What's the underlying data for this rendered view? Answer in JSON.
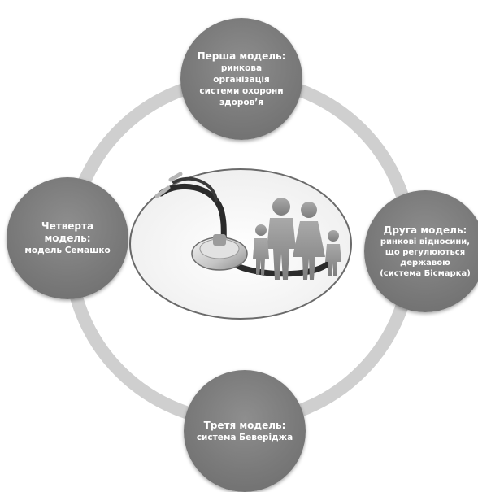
{
  "nodes": [
    {
      "title": "Перша модель:",
      "lines": [
        "ринкова",
        "організація",
        "системи охорони",
        "здоров’я"
      ]
    },
    {
      "title": "Друга модель:",
      "lines": [
        "ринкові відносини,",
        "що регулюються",
        "державою",
        "(система Бісмарка)"
      ]
    },
    {
      "title": "Третя модель:",
      "lines": [
        "система Беверіджа"
      ]
    },
    {
      "title": "Четверта модель:",
      "lines": [
        "модель Семашко"
      ]
    }
  ],
  "colors": {
    "ring": "#cfcfcf",
    "node": "#7e7e7e",
    "text": "#ffffff",
    "ellipse_border": "#6a6a6a"
  },
  "illustration": "stethoscope-and-family-icon"
}
